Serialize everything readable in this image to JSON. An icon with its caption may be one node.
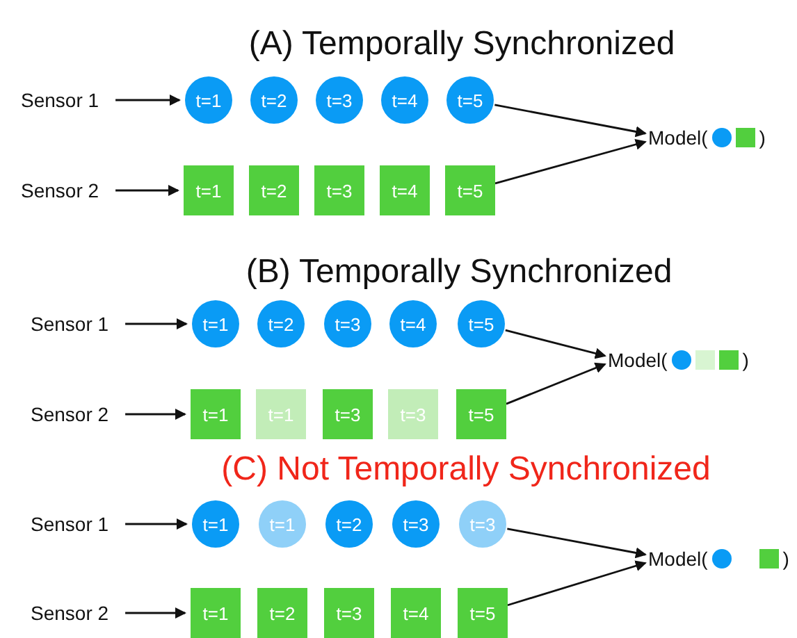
{
  "diagram": {
    "nodes": [
      {
        "text": [
          "Sensor 1"
        ]
      },
      {
        "text": [
          "t=1"
        ]
      },
      {
        "text": [
          "t=2"
        ]
      },
      {
        "text": [
          "t=3"
        ]
      },
      {
        "text": [
          "t=4"
        ]
      },
      {
        "text": [
          "t=5"
        ]
      },
      {
        "text": [
          "Sensor 2"
        ]
      },
      {
        "text": [
          "t=1"
        ]
      },
      {
        "text": [
          "t=2"
        ]
      },
      {
        "text": [
          "t=3"
        ]
      },
      {
        "text": [
          "t=4"
        ]
      },
      {
        "text": [
          "t=5"
        ]
      },
      {
        "text": [
          "Model(",
          ")"
        ]
      },
      {
        "text": [
          "Sensor 1"
        ]
      },
      {
        "text": [
          "t=1"
        ]
      },
      {
        "text": [
          "t=2"
        ]
      },
      {
        "text": [
          "t=3"
        ]
      },
      {
        "text": [
          "t=4"
        ]
      },
      {
        "text": [
          "t=5"
        ]
      },
      {
        "text": [
          "Sensor 2"
        ]
      },
      {
        "text": [
          "t=1"
        ]
      },
      {
        "text": [
          "t=1"
        ]
      },
      {
        "text": [
          "t=3"
        ]
      },
      {
        "text": [
          "t=3"
        ]
      },
      {
        "text": [
          "t=5"
        ]
      },
      {
        "text": [
          "Model(",
          ")"
        ]
      },
      {
        "text": [
          "Sensor 1"
        ]
      },
      {
        "text": [
          "t=1"
        ]
      },
      {
        "text": [
          "t=1"
        ]
      },
      {
        "text": [
          "t=2"
        ]
      },
      {
        "text": [
          "t=3"
        ]
      },
      {
        "text": [
          "t=3"
        ]
      },
      {
        "text": [
          "Sensor 2"
        ]
      },
      {
        "text": [
          "t=1"
        ]
      },
      {
        "text": [
          "t=2"
        ]
      },
      {
        "text": [
          "t=3"
        ]
      },
      {
        "text": [
          "t=4"
        ]
      },
      {
        "text": [
          "t=5"
        ]
      },
      {
        "text": [
          "Model(",
          ")"
        ]
      }
    ],
    "edges": [
      {
        "from": 0,
        "to": 1,
        "arrow": "to"
      },
      {
        "from": 6,
        "to": 7,
        "arrow": "to"
      },
      {
        "from": 5,
        "to": 12,
        "arrow": "to"
      },
      {
        "from": 11,
        "to": 12,
        "arrow": "to"
      },
      {
        "from": 13,
        "to": 14,
        "arrow": "to"
      },
      {
        "from": 19,
        "to": 20,
        "arrow": "to"
      },
      {
        "from": 18,
        "to": 25,
        "arrow": "to"
      },
      {
        "from": 24,
        "to": 25,
        "arrow": "to"
      },
      {
        "from": 26,
        "to": 27,
        "arrow": "to"
      },
      {
        "from": 32,
        "to": 33,
        "arrow": "to"
      },
      {
        "from": 31,
        "to": 38,
        "arrow": "to"
      },
      {
        "from": 37,
        "to": 38,
        "arrow": "to"
      }
    ],
    "labels": [
      "(A) Temporally Synchronized",
      "(B) Temporally Synchronized",
      "(C) Not Temporally Synchronized"
    ]
  }
}
